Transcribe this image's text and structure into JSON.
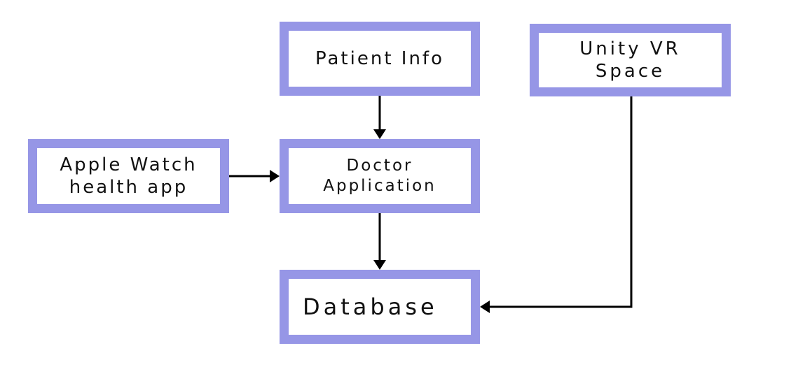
{
  "colors": {
    "box_border": "#9696e6",
    "box_fill": "#ffffff",
    "arrow": "#000000",
    "text": "#111111"
  },
  "nodes": {
    "patient_info": {
      "line1": "Patient Info"
    },
    "unity_vr": {
      "line1": "Unity VR",
      "line2": "Space"
    },
    "apple_watch": {
      "line1": "Apple Watch",
      "line2": "health app"
    },
    "doctor_app": {
      "line1": "Doctor",
      "line2": "Application"
    },
    "database": {
      "line1": "Database"
    }
  },
  "edges": [
    {
      "from": "patient_info",
      "to": "doctor_app"
    },
    {
      "from": "apple_watch",
      "to": "doctor_app"
    },
    {
      "from": "doctor_app",
      "to": "database"
    },
    {
      "from": "unity_vr",
      "to": "database"
    }
  ]
}
